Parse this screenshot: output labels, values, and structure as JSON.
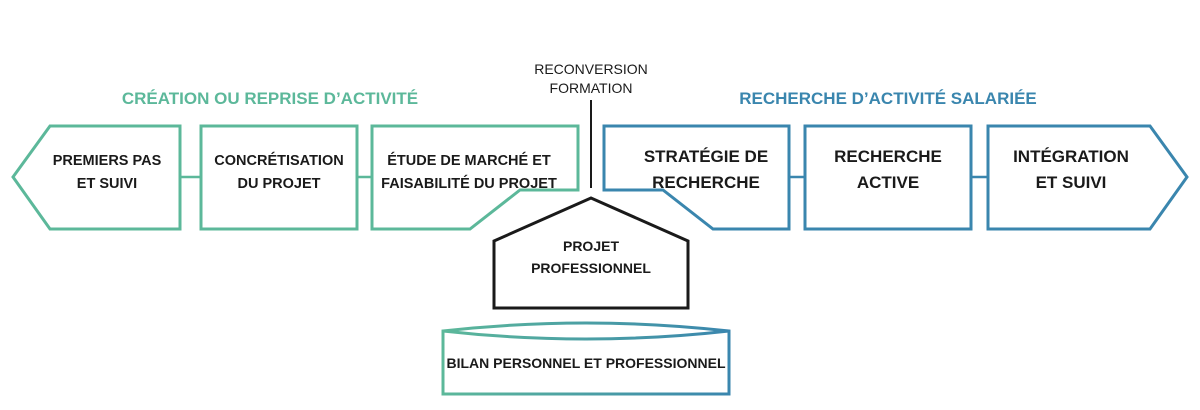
{
  "colors": {
    "green": "#5cb89a",
    "blue": "#3a86ae",
    "dark": "#1a1a1a",
    "white": "#ffffff"
  },
  "left_section": {
    "title": "CRÉATION OU  REPRISE D’ACTIVITÉ",
    "boxes": [
      {
        "line1": "PREMIERS PAS",
        "line2": "ET SUIVI"
      },
      {
        "line1": "CONCRÉTISATION",
        "line2": "DU PROJET"
      },
      {
        "line1": "ÉTUDE DE MARCHÉ ET",
        "line2": "FAISABILITÉ DU PROJET"
      }
    ]
  },
  "center": {
    "top_label_line1": "RECONVERSION",
    "top_label_line2": "FORMATION",
    "house_line1": "PROJET",
    "house_line2": "PROFESSIONNEL",
    "base_label": "BILAN PERSONNEL ET PROFESSIONNEL"
  },
  "right_section": {
    "title": "RECHERCHE D’ACTIVITÉ SALARIÉE",
    "boxes": [
      {
        "line1": "STRATÉGIE DE",
        "line2": "RECHERCHE"
      },
      {
        "line1": "RECHERCHE",
        "line2": "ACTIVE"
      },
      {
        "line1": "INTÉGRATION",
        "line2": "ET SUIVI"
      }
    ]
  }
}
